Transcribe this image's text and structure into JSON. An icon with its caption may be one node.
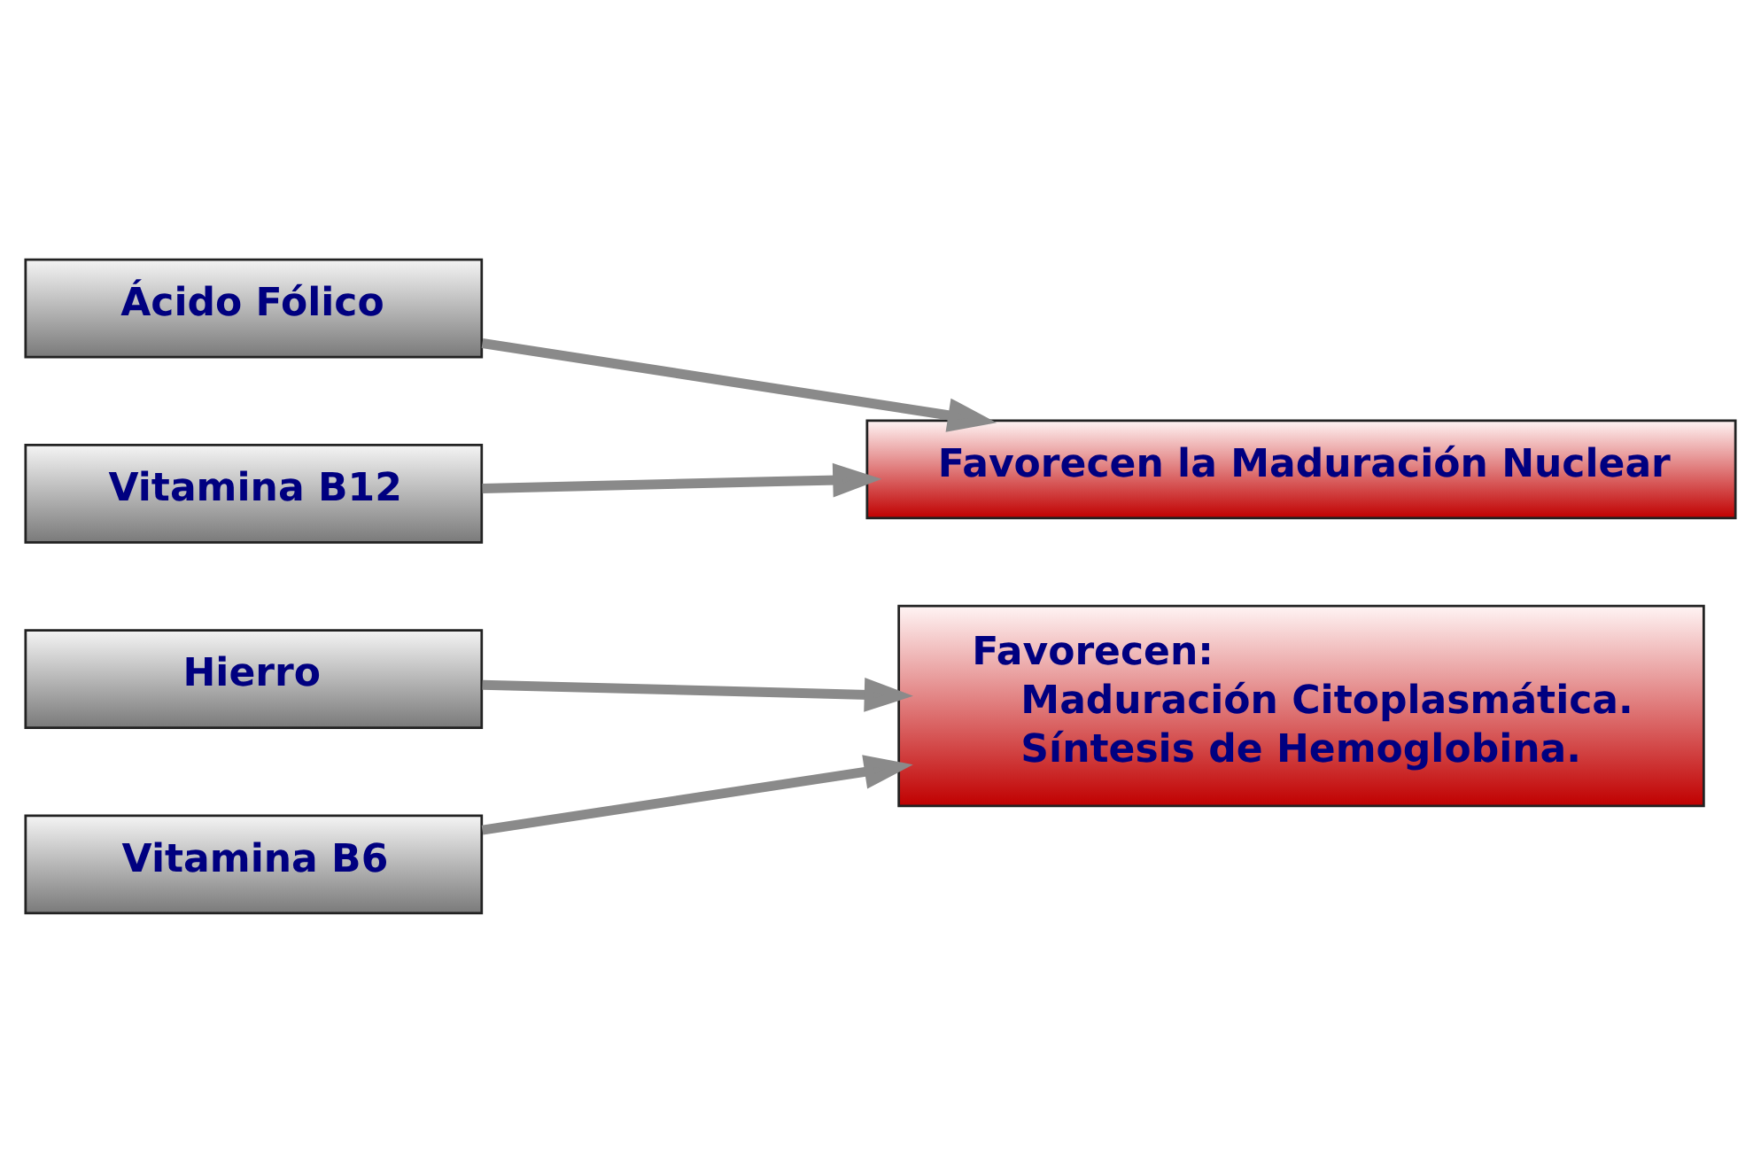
{
  "diagram": {
    "nodes": [
      {
        "text": [
          "Ácido Fólico"
        ]
      },
      {
        "text": [
          "Vitamina B12"
        ]
      },
      {
        "text": [
          "Favorecen la Maduración Nuclear"
        ]
      },
      {
        "text": [
          "Hierro"
        ]
      },
      {
        "text": [
          "Vitamina B6"
        ]
      },
      {
        "text": [
          "Favorecen:",
          "Maduración Citoplasmática.",
          "Síntesis de Hemoglobina."
        ]
      }
    ],
    "edges": [
      {
        "from": 0,
        "to": 2,
        "arrow": "to"
      },
      {
        "from": 1,
        "to": 2,
        "arrow": "to"
      },
      {
        "from": 3,
        "to": 5,
        "arrow": "to"
      },
      {
        "from": 4,
        "to": 5,
        "arrow": "to"
      }
    ]
  }
}
